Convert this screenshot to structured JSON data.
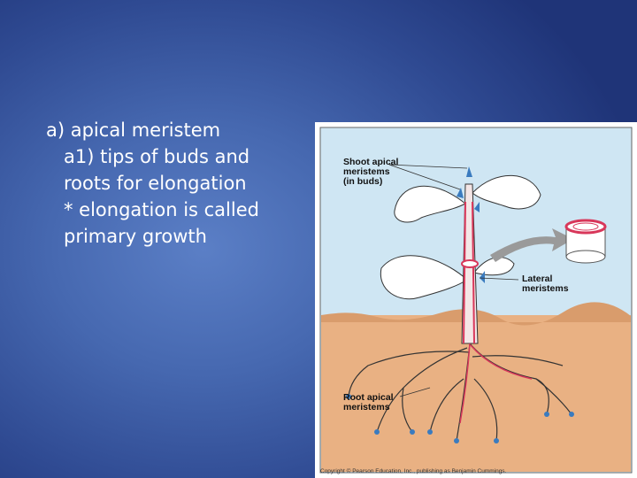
{
  "slide": {
    "heading": "a) apical meristem",
    "lines": [
      "a1) tips of buds and",
      "roots for elongation",
      "* elongation is called",
      "primary growth"
    ]
  },
  "figure": {
    "labels": {
      "shoot_line1": "Shoot apical",
      "shoot_line2": "meristems",
      "shoot_line3": "(in buds)",
      "lateral_line1": "Lateral",
      "lateral_line2": "meristems",
      "root_line1": "Root apical",
      "root_line2": "meristems"
    },
    "copyright": "Copyright © Pearson Education, Inc., publishing as Benjamin Cummings.",
    "colors": {
      "sky": "#cfe6f3",
      "soil": "#e9b183",
      "leaf": "#ffffff",
      "meristem": "#d8375a",
      "bud": "#3a7bbf"
    }
  }
}
